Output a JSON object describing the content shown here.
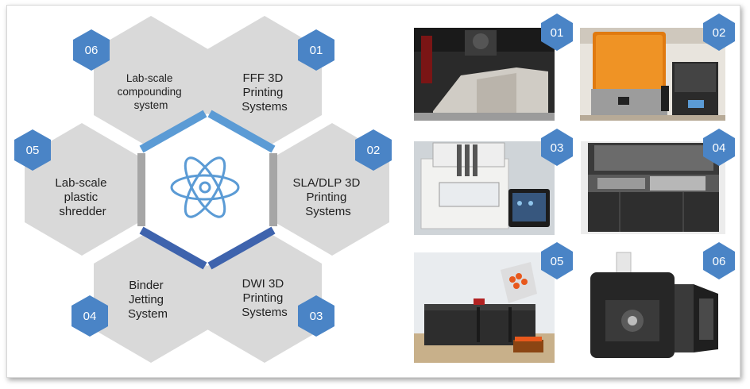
{
  "hexagons": [
    {
      "id": "01",
      "label": [
        "FFF 3D",
        "Printing",
        "Systems"
      ]
    },
    {
      "id": "02",
      "label": [
        "SLA/DLP 3D",
        "Printing",
        "Systems"
      ]
    },
    {
      "id": "03",
      "label": [
        "DWI 3D",
        "Printing",
        "Systems"
      ]
    },
    {
      "id": "04",
      "label": [
        "Binder",
        "Jetting",
        "System"
      ]
    },
    {
      "id": "05",
      "label": [
        "Lab-scale",
        "plastic",
        "shredder"
      ]
    },
    {
      "id": "06",
      "label": [
        "Lab-scale",
        "compounding",
        "system"
      ]
    }
  ],
  "photos": [
    {
      "id": "01",
      "subject": "fff-printer-photo"
    },
    {
      "id": "02",
      "subject": "sla-printer-photo"
    },
    {
      "id": "03",
      "subject": "dwi-printer-photo"
    },
    {
      "id": "04",
      "subject": "binder-jetting-photo"
    },
    {
      "id": "05",
      "subject": "plastic-shredder-photo"
    },
    {
      "id": "06",
      "subject": "compounding-system-photo"
    }
  ],
  "center_icon": "atom-icon",
  "colors": {
    "hex_fill": "#d9d9d9",
    "badge": "#4a84c6",
    "accent_light": "#5b9bd5",
    "accent_dark": "#3e63ad",
    "center_gray": "#a6a6a6"
  }
}
